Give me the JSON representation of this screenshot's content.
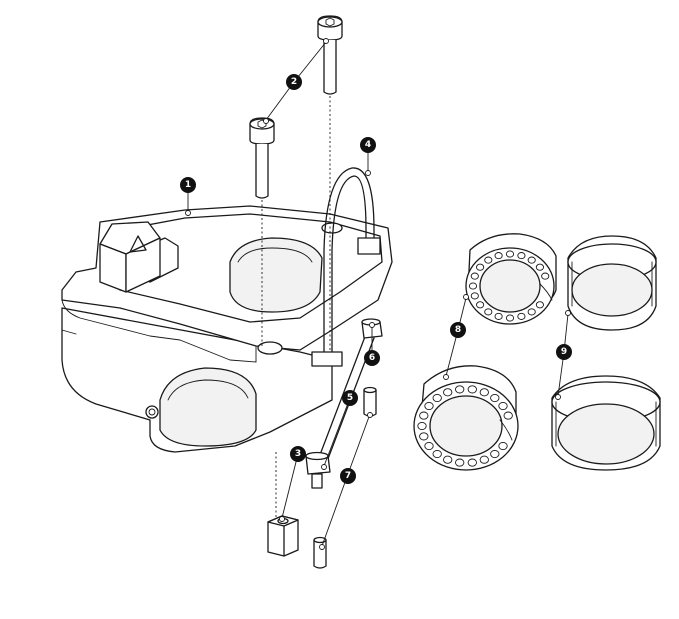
{
  "diagram": {
    "callouts": [
      {
        "id": "callout-1",
        "label": "1"
      },
      {
        "id": "callout-2",
        "label": "2"
      },
      {
        "id": "callout-3",
        "label": "3"
      },
      {
        "id": "callout-4",
        "label": "4"
      },
      {
        "id": "callout-5",
        "label": "5"
      },
      {
        "id": "callout-6",
        "label": "6"
      },
      {
        "id": "callout-7",
        "label": "7"
      },
      {
        "id": "callout-8",
        "label": "8"
      },
      {
        "id": "callout-9",
        "label": "9"
      }
    ],
    "colors": {
      "line": "#1a1a1a",
      "callout_fill": "#111111",
      "callout_text": "#ffffff",
      "background": "#ffffff"
    }
  }
}
